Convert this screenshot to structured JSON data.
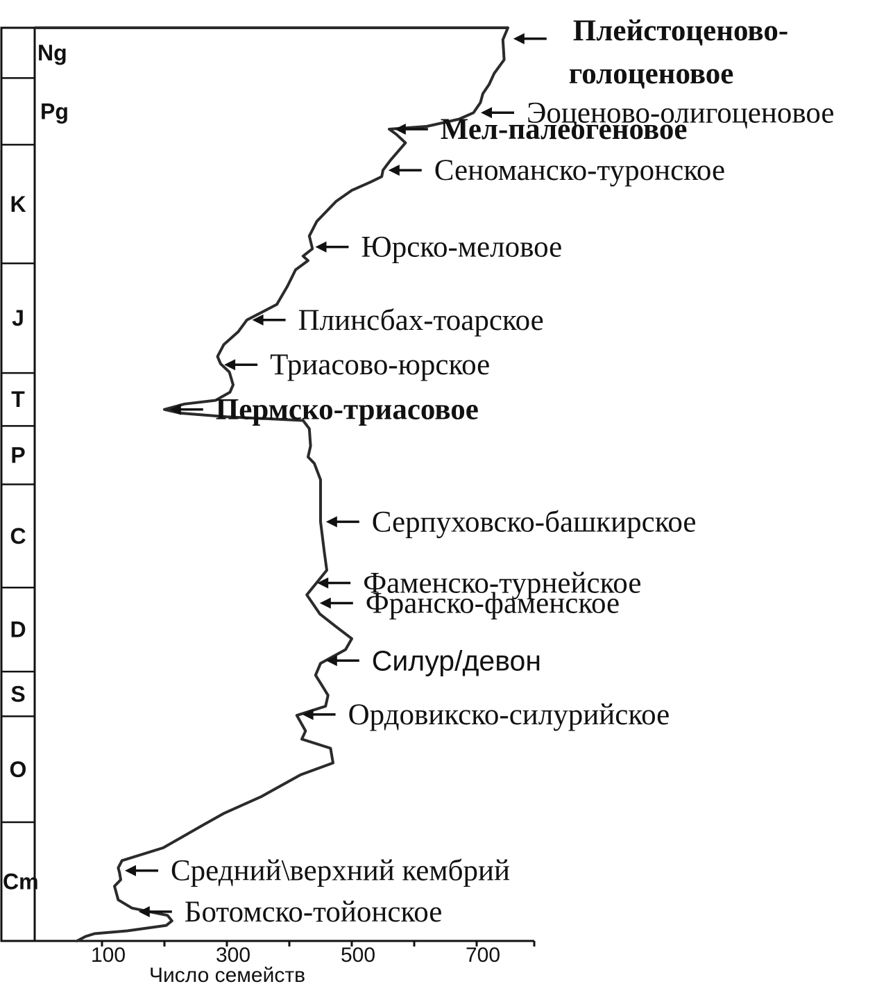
{
  "chart_data": {
    "type": "line",
    "title": "",
    "xlabel": "Число семейств",
    "ylabel": "",
    "xlim": [
      -60,
      770
    ],
    "x_ticks": [
      100,
      200,
      300,
      400,
      500,
      600,
      700
    ],
    "x_tick_labels": [
      "100",
      "",
      "300",
      "",
      "500",
      "",
      "700"
    ],
    "colors": {
      "line": "#2b2b2b",
      "axis": "#111111",
      "text": "#111111"
    },
    "periods": [
      {
        "label": "Ng",
        "from": 0.0,
        "to": 0.055
      },
      {
        "label": "Pg",
        "from": 0.055,
        "to": 0.128
      },
      {
        "label": "K",
        "from": 0.128,
        "to": 0.258
      },
      {
        "label": "J",
        "from": 0.258,
        "to": 0.378
      },
      {
        "label": "T",
        "from": 0.378,
        "to": 0.436
      },
      {
        "label": "P",
        "from": 0.436,
        "to": 0.5
      },
      {
        "label": "C",
        "from": 0.5,
        "to": 0.613
      },
      {
        "label": "D",
        "from": 0.613,
        "to": 0.705
      },
      {
        "label": "S",
        "from": 0.705,
        "to": 0.754
      },
      {
        "label": "O",
        "from": 0.754,
        "to": 0.87
      },
      {
        "label": "Cm",
        "from": 0.87,
        "to": 1.0
      }
    ],
    "series": [
      {
        "points": [
          [
            750,
            0.0
          ],
          [
            742,
            0.013
          ],
          [
            744,
            0.035
          ],
          [
            728,
            0.05
          ],
          [
            720,
            0.062
          ],
          [
            710,
            0.072
          ],
          [
            706,
            0.082
          ],
          [
            695,
            0.093
          ],
          [
            672,
            0.1
          ],
          [
            620,
            0.108
          ],
          [
            560,
            0.111
          ],
          [
            572,
            0.117
          ],
          [
            586,
            0.126
          ],
          [
            562,
            0.145
          ],
          [
            550,
            0.156
          ],
          [
            548,
            0.163
          ],
          [
            530,
            0.169
          ],
          [
            500,
            0.178
          ],
          [
            475,
            0.19
          ],
          [
            444,
            0.212
          ],
          [
            432,
            0.228
          ],
          [
            437,
            0.242
          ],
          [
            422,
            0.25
          ],
          [
            430,
            0.255
          ],
          [
            410,
            0.265
          ],
          [
            397,
            0.283
          ],
          [
            380,
            0.303
          ],
          [
            332,
            0.32
          ],
          [
            318,
            0.333
          ],
          [
            295,
            0.347
          ],
          [
            285,
            0.36
          ],
          [
            290,
            0.368
          ],
          [
            304,
            0.377
          ],
          [
            310,
            0.391
          ],
          [
            305,
            0.399
          ],
          [
            282,
            0.408
          ],
          [
            232,
            0.412
          ],
          [
            200,
            0.418
          ],
          [
            225,
            0.422
          ],
          [
            300,
            0.426
          ],
          [
            422,
            0.43
          ],
          [
            432,
            0.439
          ],
          [
            434,
            0.458
          ],
          [
            430,
            0.47
          ],
          [
            440,
            0.477
          ],
          [
            450,
            0.495
          ],
          [
            450,
            0.541
          ],
          [
            456,
            0.574
          ],
          [
            460,
            0.594
          ],
          [
            428,
            0.621
          ],
          [
            449,
            0.642
          ],
          [
            475,
            0.656
          ],
          [
            500,
            0.669
          ],
          [
            490,
            0.681
          ],
          [
            450,
            0.696
          ],
          [
            442,
            0.709
          ],
          [
            453,
            0.721
          ],
          [
            462,
            0.731
          ],
          [
            458,
            0.743
          ],
          [
            412,
            0.753
          ],
          [
            426,
            0.77
          ],
          [
            420,
            0.779
          ],
          [
            466,
            0.789
          ],
          [
            470,
            0.805
          ],
          [
            418,
            0.818
          ],
          [
            355,
            0.842
          ],
          [
            296,
            0.86
          ],
          [
            262,
            0.873
          ],
          [
            198,
            0.898
          ],
          [
            132,
            0.912
          ],
          [
            126,
            0.92
          ],
          [
            128,
            0.925
          ],
          [
            130,
            0.933
          ],
          [
            120,
            0.94
          ],
          [
            126,
            0.955
          ],
          [
            148,
            0.964
          ],
          [
            205,
            0.972
          ],
          [
            212,
            0.978
          ],
          [
            203,
            0.983
          ],
          [
            140,
            0.989
          ],
          [
            88,
            0.992
          ],
          [
            74,
            0.995
          ],
          [
            60,
            1.0
          ]
        ]
      }
    ],
    "events": [
      {
        "label": "Плейстоценово-",
        "label2": "голоценовое",
        "major": true,
        "y": 0.012,
        "x": 752
      },
      {
        "label": "Эоценово-олигоценовое",
        "major": false,
        "y": 0.093,
        "x": 700
      },
      {
        "label": "Мел-палеогеновое",
        "major": true,
        "y": 0.111,
        "x": 562
      },
      {
        "label": "Сеноманско-туронское",
        "major": false,
        "y": 0.156,
        "x": 552
      },
      {
        "label": "Юрско-меловое",
        "major": false,
        "y": 0.24,
        "x": 435
      },
      {
        "label": "Плинсбах-тоарское",
        "major": false,
        "y": 0.32,
        "x": 334
      },
      {
        "label": "Триасово-юрское",
        "major": false,
        "y": 0.369,
        "x": 289
      },
      {
        "label": "Пермско-триасовое",
        "major": true,
        "y": 0.418,
        "x": 202
      },
      {
        "label": "Серпуховско-башкирское",
        "major": false,
        "y": 0.541,
        "x": 452
      },
      {
        "label": "Фаменско-турнейское",
        "major": false,
        "y": 0.608,
        "x": 438
      },
      {
        "label": "Франско-фаменское",
        "major": false,
        "y": 0.63,
        "x": 442
      },
      {
        "label": "Силур/девон",
        "major": false,
        "sans": true,
        "y": 0.693,
        "x": 452
      },
      {
        "label": "Ордовикско-силурийское",
        "major": false,
        "y": 0.752,
        "x": 414
      },
      {
        "label": "Средний\\верхний кембрий",
        "major": false,
        "y": 0.923,
        "x": 130
      },
      {
        "label": "Ботомско-тойонское",
        "major": false,
        "y": 0.968,
        "x": 152
      }
    ]
  }
}
